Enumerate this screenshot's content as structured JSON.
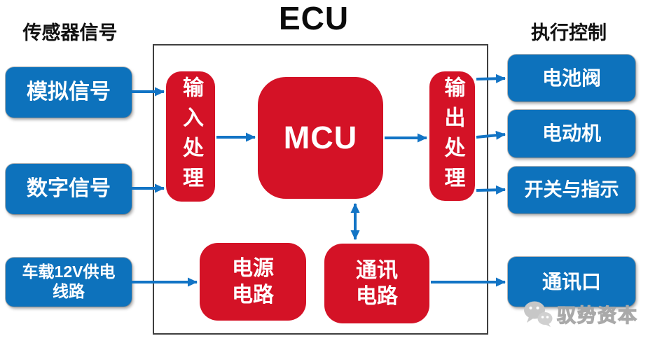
{
  "title": "ECU",
  "left_column": {
    "header": "传感器信号",
    "boxes": [
      {
        "label": "模拟信号"
      },
      {
        "label": "数字信号"
      },
      {
        "label": "车载12V供电\n线路"
      }
    ]
  },
  "right_column": {
    "header": "执行控制",
    "boxes": [
      {
        "label": "电池阀"
      },
      {
        "label": "电动机"
      },
      {
        "label": "开关与指示"
      },
      {
        "label": "通讯口"
      }
    ]
  },
  "ecu": {
    "input_processing": "输入处理",
    "mcu": "MCU",
    "output_processing": "输出处理",
    "power_circuit": "电源\n电路",
    "comm_circuit": "通讯\n电路"
  },
  "watermark": {
    "icon": "wechat-icon",
    "text": "驭势资本"
  },
  "colors": {
    "box_blue": "#0d72bc",
    "box_red": "#d41226",
    "arrow_blue": "#1274c5",
    "frame_gray": "#3f3f3f",
    "watermark_gray": "#a9a9a9",
    "title_black": "#0b0b0b"
  }
}
